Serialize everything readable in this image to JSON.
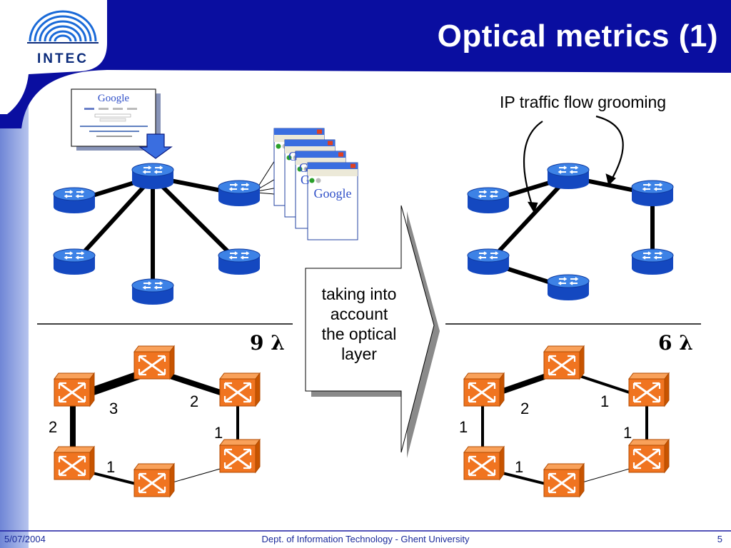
{
  "title": "Optical metrics (1)",
  "logo": {
    "text": "INTEC"
  },
  "caption": "IP traffic flow grooming",
  "arrow_text": [
    "taking into",
    "account",
    "the optical",
    "layer"
  ],
  "left_wavelengths": {
    "count": "9",
    "symbol": "λ"
  },
  "right_wavelengths": {
    "count": "6",
    "symbol": "λ"
  },
  "left_link_labels": [
    "3",
    "2",
    "2",
    "1",
    "1"
  ],
  "right_link_labels": [
    "2",
    "1",
    "1",
    "1",
    "1"
  ],
  "browser": {
    "brand": "Google",
    "window_title": "Google - Netscape - Mi"
  },
  "footer": {
    "date": "5/07/2004",
    "center": "Dept. of Information Technology - Ghent University",
    "page": "5"
  },
  "colors": {
    "brand_blue": "#0a0ea0",
    "router_blue": "#2a6fd8",
    "switch_orange": "#f07420",
    "sidebar_blue": "#8aa0e0"
  }
}
